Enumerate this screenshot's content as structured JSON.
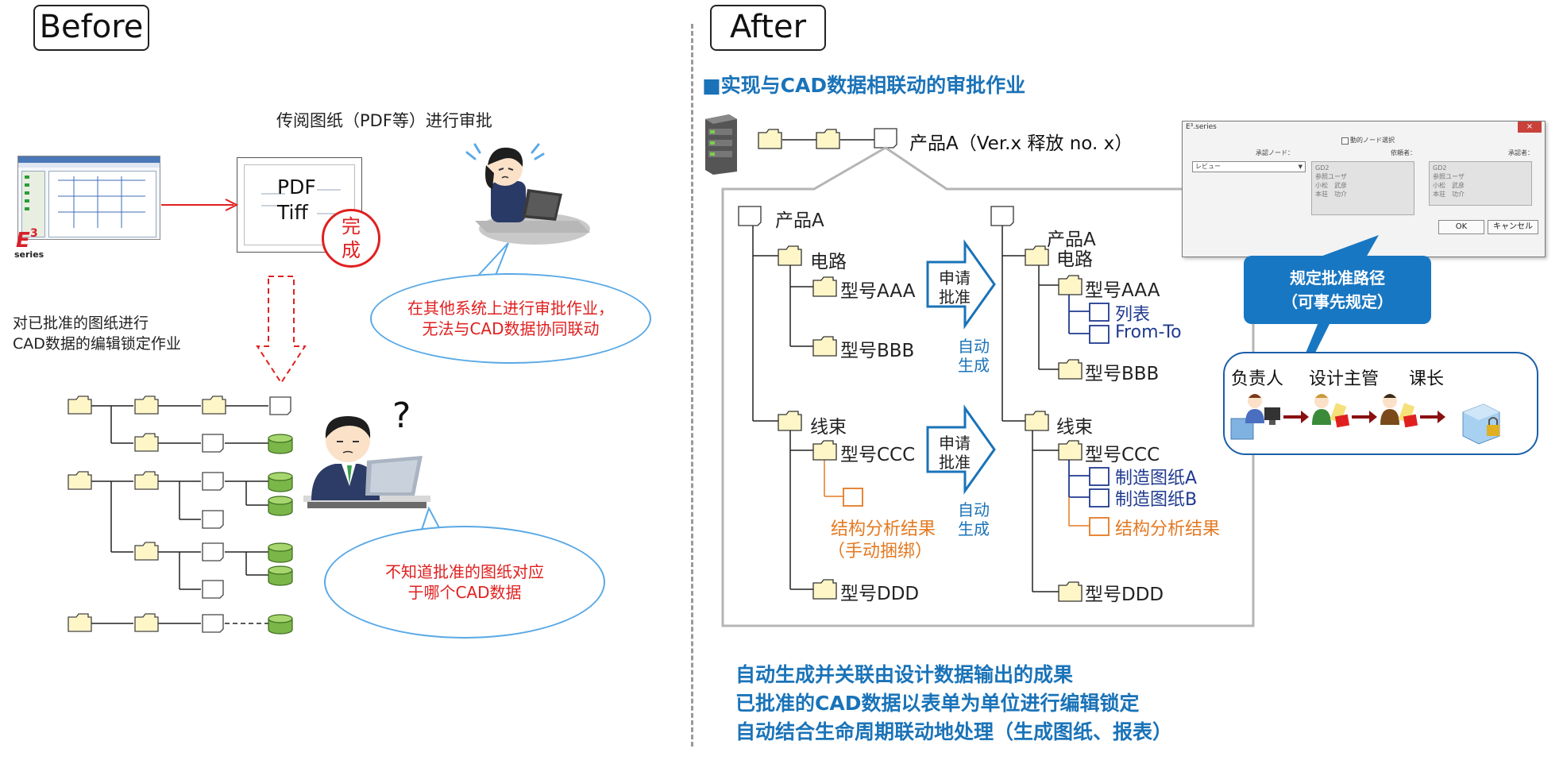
{
  "before": {
    "header": "Before",
    "circulate_text": "传阅图纸（PDF等）进行审批",
    "pdf_line1": "PDF",
    "pdf_line2": "Tiff",
    "stamp_line1": "完",
    "stamp_line2": "成",
    "e3_logo": "series",
    "lock_text_line1": "对已批准的图纸进行",
    "lock_text_line2": "CAD数据的编辑锁定作业",
    "bubble1_line1": "在其他系统上进行审批作业，",
    "bubble1_line2": "无法与CAD数据协同联动",
    "question_mark": "?",
    "bubble2_line1": "不知道批准的图纸对应",
    "bubble2_line2": "于哪个CAD数据"
  },
  "after": {
    "header": "After",
    "subtitle": "■实现与CAD数据相联动的审批作业",
    "product_title": "产品A（Ver.x  释放 no. x）",
    "left_tree": {
      "root": "产品A",
      "circuit": "电路",
      "aaa": "型号AAA",
      "bbb": "型号BBB",
      "harness": "线束",
      "ccc": "型号CCC",
      "analysis_line1": "结构分析结果",
      "analysis_line2": "（手动捆绑）",
      "ddd": "型号DDD"
    },
    "arrow1_line1": "申请",
    "arrow1_line2": "批准",
    "auto1_line1": "自动",
    "auto1_line2": "生成",
    "arrow2_line1": "申请",
    "arrow2_line2": "批准",
    "auto2_line1": "自动",
    "auto2_line2": "生成",
    "right_tree": {
      "root": "产品A",
      "circuit": "电路",
      "aaa": "型号AAA",
      "list": "列表",
      "fromto": "From-To",
      "bbb": "型号BBB",
      "harness": "线束",
      "ccc": "型号CCC",
      "drawing_a": "制造图纸A",
      "drawing_b": "制造图纸B",
      "analysis": "结构分析结果",
      "ddd": "型号DDD"
    },
    "summary_line1": "自动生成并关联由设计数据输出的成果",
    "summary_line2": "已批准的CAD数据以表单为单位进行编辑锁定",
    "summary_line3": "自动结合生命周期联动地处理（生成图纸、报表）",
    "dialog": {
      "title": "E³.series",
      "checkbox_label": "動的ノード選択",
      "approve_node_label": "承認ノード：",
      "requester_label": "依頼者：",
      "approver_label": "承認者：",
      "select_value": "レビュー",
      "requester_items": [
        "GD2",
        "参照ユーザ",
        "小松　武彦",
        "本荘　功介"
      ],
      "approver_items": [
        "GD2",
        "参照ユーザ",
        "小松　武彦",
        "本荘　功介"
      ],
      "ok": "OK",
      "cancel": "キャンセル"
    },
    "callout_line1": "规定批准路径",
    "callout_line2": "（可事先规定）",
    "roles": [
      "负责人",
      "设计主管",
      "课长"
    ]
  },
  "colors": {
    "accent_blue": "#1877c2",
    "navy": "#203a8f",
    "orange": "#e37a22",
    "red": "#e02020",
    "folder_fill": "#fff6c8",
    "cylinder_fill": "#7ab648"
  }
}
